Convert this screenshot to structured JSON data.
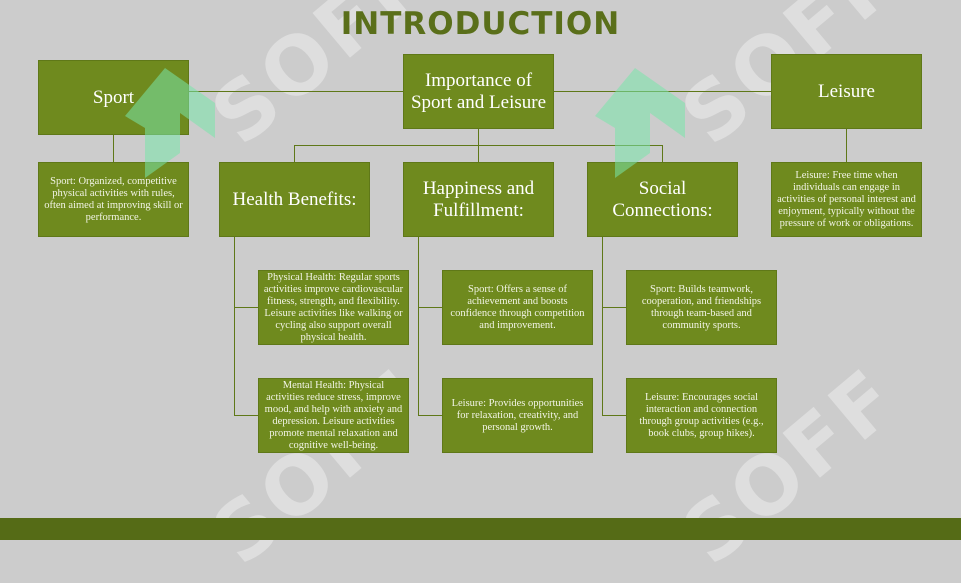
{
  "title": "INTRODUCTION",
  "nodes": {
    "sport": "Sport",
    "importance": "Importance of Sport and Leisure",
    "leisure": "Leisure",
    "sport_def": "Sport: Organized, competitive physical activities with rules, often aimed at improving skill or performance.",
    "health": "Health Benefits:",
    "happiness": "Happiness and Fulfillment:",
    "social": "Social Connections:",
    "leisure_def": "Leisure: Free time when individuals can engage in activities of personal interest and enjoyment, typically without the pressure of work or obligations.",
    "physical": "Physical Health: Regular sports activities improve cardiovascular fitness, strength, and flexibility. Leisure activities like walking or cycling also support overall physical health.",
    "mental": "Mental Health: Physical activities reduce stress, improve mood, and help with anxiety and depression. Leisure activities promote mental relaxation and cognitive well-being.",
    "happy_sport": "Sport: Offers a sense of achievement and boosts confidence through competition and improvement.",
    "happy_leisure": "Leisure: Provides opportunities for relaxation, creativity, and personal growth.",
    "social_sport": "Sport: Builds teamwork, cooperation, and friendships through team-based and community sports.",
    "social_leisure": "Leisure: Encourages social interaction and connection through group activities (e.g., book clubs, group hikes)."
  },
  "watermark": "SOFF",
  "colors": {
    "box": "#6f8a1e",
    "title": "#5a6f1a",
    "background": "#cccccc",
    "footer": "#556b16"
  }
}
